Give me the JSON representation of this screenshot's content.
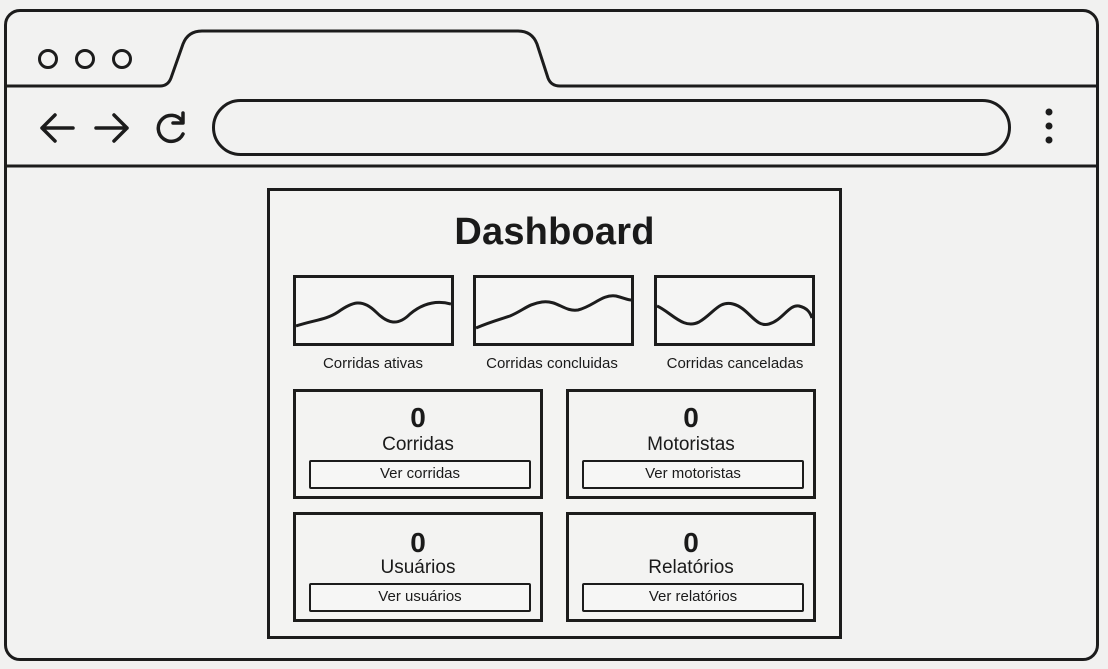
{
  "browser": {
    "back_icon": "arrow-left-icon",
    "forward_icon": "arrow-right-icon",
    "reload_icon": "reload-icon",
    "menu_icon": "kebab-menu-icon",
    "url": ""
  },
  "dashboard": {
    "title": "Dashboard",
    "sparklines": [
      {
        "label": "Corridas ativas"
      },
      {
        "label": "Corridas concluidas"
      },
      {
        "label": "Corridas canceladas"
      }
    ],
    "cards": [
      {
        "value": "0",
        "label": "Corridas",
        "button": "Ver corridas"
      },
      {
        "value": "0",
        "label": "Motoristas",
        "button": "Ver motoristas"
      },
      {
        "value": "0",
        "label": "Usuários",
        "button": "Ver usuários"
      },
      {
        "value": "0",
        "label": "Relatórios",
        "button": "Ver relatórios"
      }
    ]
  }
}
